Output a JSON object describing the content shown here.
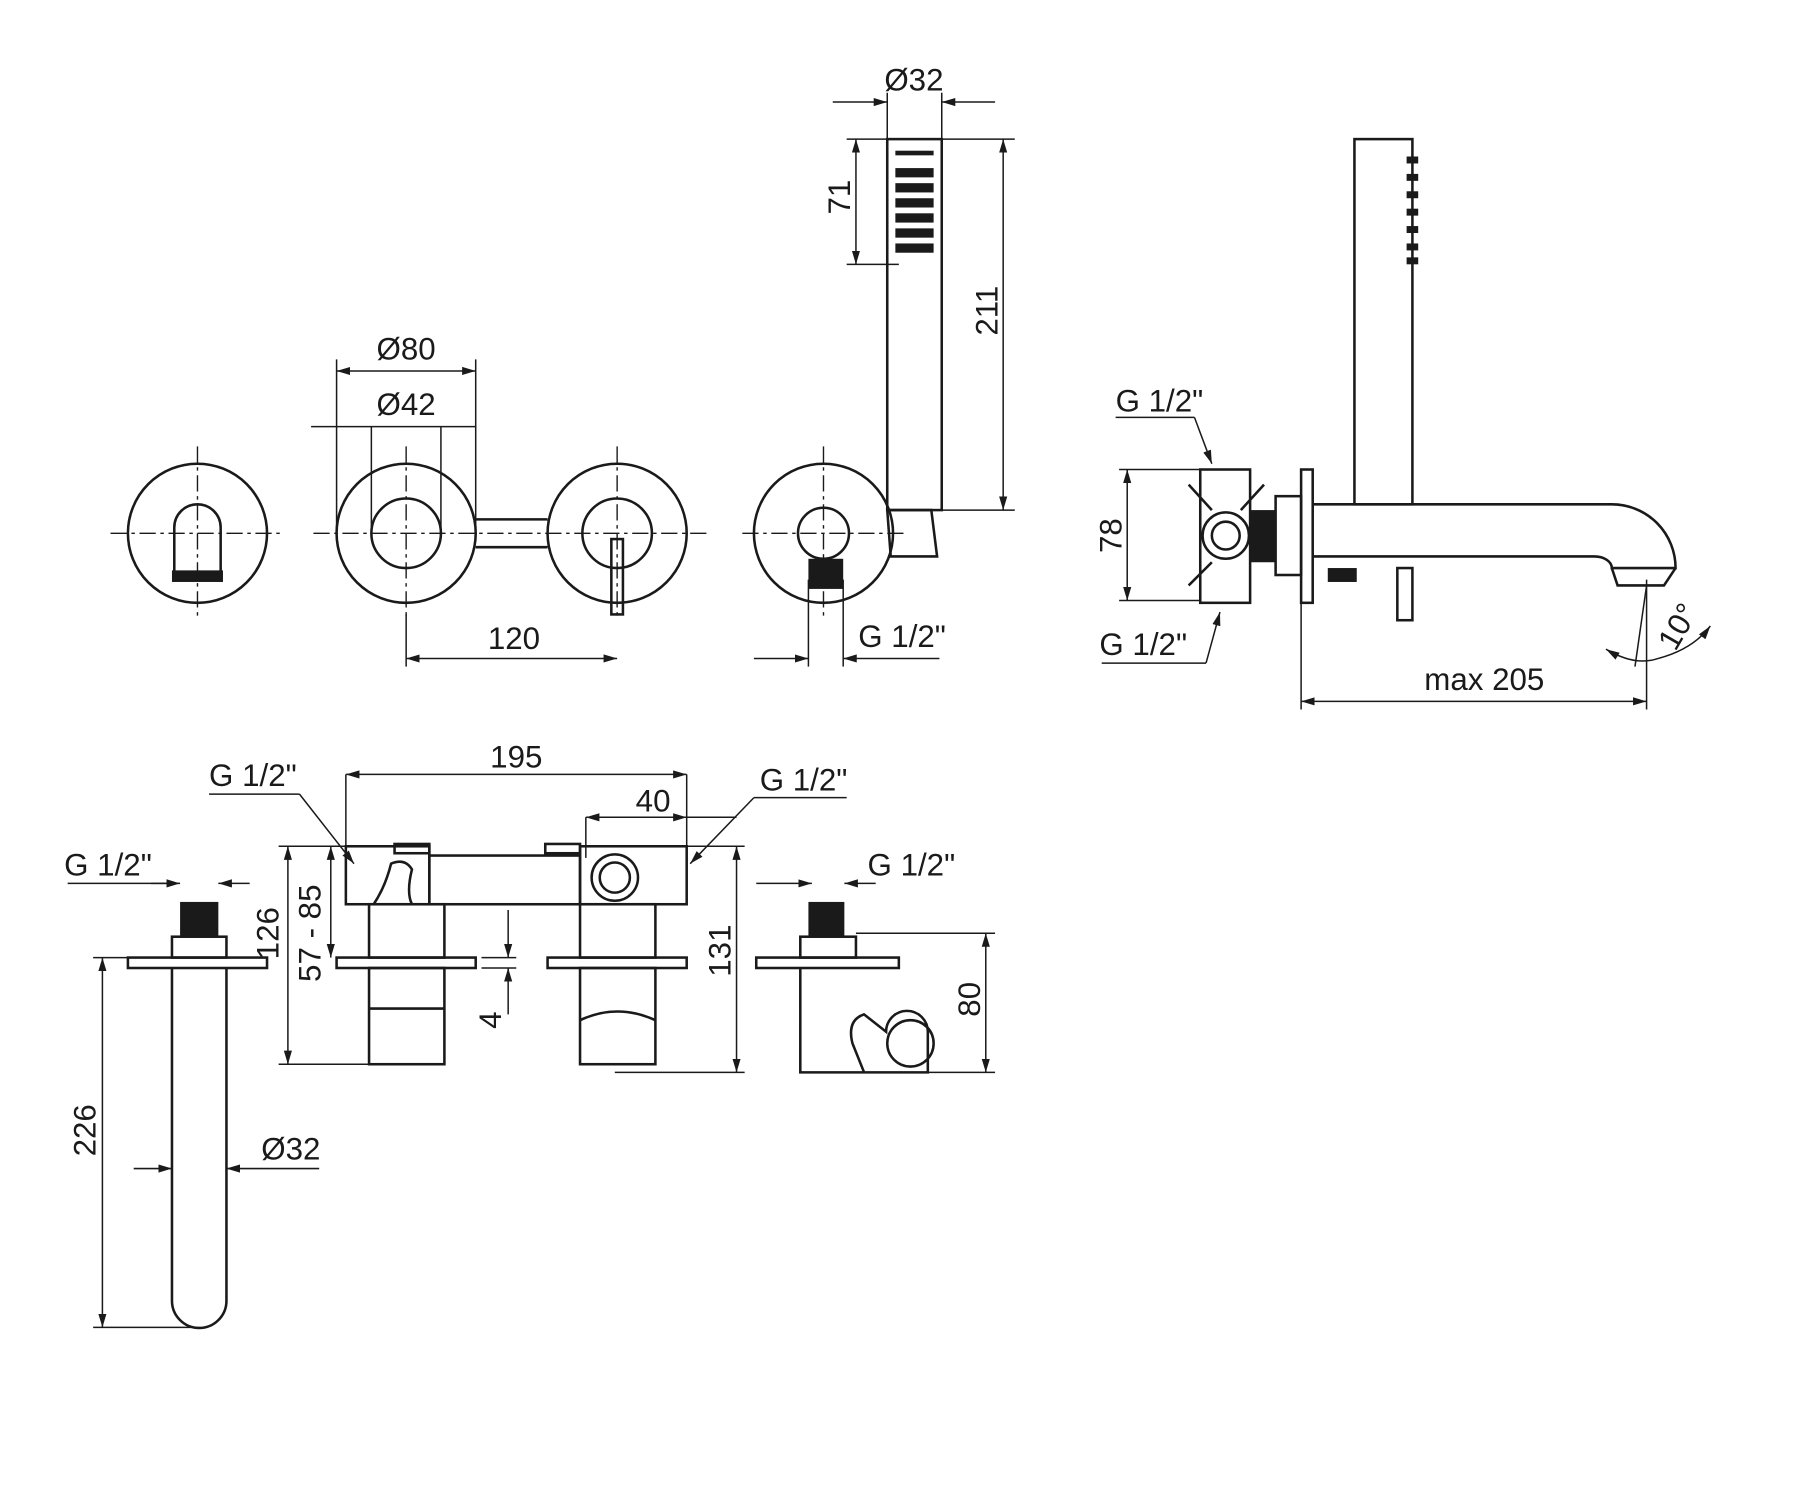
{
  "drawing": {
    "dims": {
      "d32_top": "Ø32",
      "h71": "71",
      "h211": "211",
      "d80": "Ø80",
      "d42": "Ø42",
      "w120": "120",
      "g_holder_front": "G 1/2\"",
      "g_side_top": "G 1/2\"",
      "g_side_bottom": "G 1/2\"",
      "h78": "78",
      "max205": "max 205",
      "angle10": "10°",
      "w195": "195",
      "w40": "40",
      "g_mixer_left": "G 1/2\"",
      "g_mixer_right": "G 1/2\"",
      "g_spout": "G 1/2\"",
      "g_holder_side": "G 1/2\"",
      "h126": "126",
      "h57_85": "57 - 85",
      "h131": "131",
      "h4": "4",
      "h80": "80",
      "h226": "226",
      "d32_bottom": "Ø32"
    }
  }
}
